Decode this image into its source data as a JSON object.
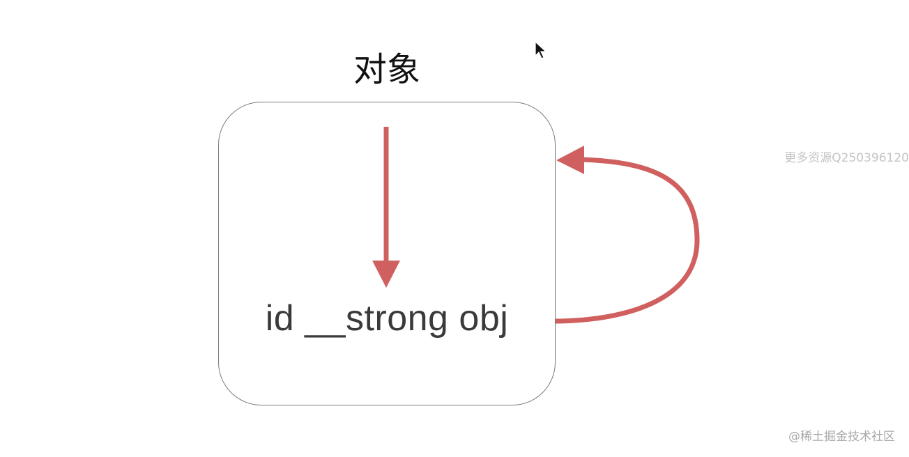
{
  "diagram": {
    "title": "对象",
    "variable_label": "id __strong obj",
    "arrow_color": "#d0605f",
    "border_color": "#7a7a7a"
  },
  "watermarks": {
    "right": "更多资源Q250396120",
    "bottom": "@稀土掘金技术社区"
  },
  "icons": {
    "cursor": "mouse-pointer-icon"
  }
}
